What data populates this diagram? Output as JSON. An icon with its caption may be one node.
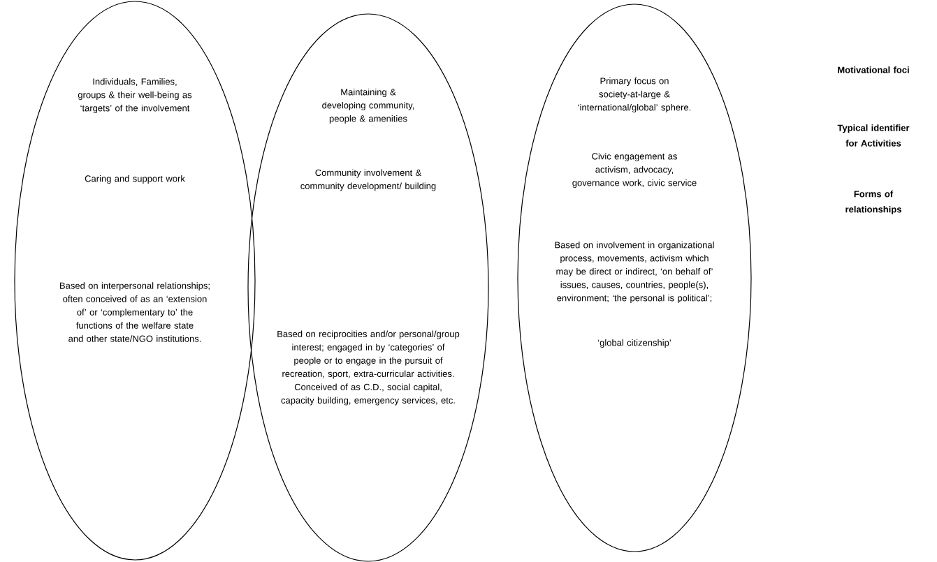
{
  "diagram": {
    "nodes": [
      {
        "text": [
          "Individuals, Families, groups & their well-being as ‘targets’ of the involvement",
          "Caring and support work",
          "Based on interpersonal relationships; often conceived of as an ‘extension of’ or ‘complementary to’ the functions of the welfare state and other state/NGO institutions."
        ]
      },
      {
        "text": [
          "Maintaining & developing community, people & amenities",
          "Community involvement & community development/ building",
          "Based on reciprocities and/or personal/group interest; engaged in by ‘categories’ of people or to engage in the pursuit of recreation, sport, extra-curricular activities. Conceived of as C.D., social capital, capacity building, emergency services, etc."
        ]
      },
      {
        "text": [
          "Primary focus on society-at-large & ‘international/global’ sphere.",
          "Civic engagement as activism, advocacy, governance work, civic service",
          "Based on involvement in organizational process, movements, activism which may be direct or indirect, ‘on behalf of’ issues, causes, countries, people(s), environment; ‘the personal is political’;",
          "‘global citizenship’"
        ]
      }
    ],
    "labels": [
      "Motivational foci",
      "Typical identifier for Activities",
      "Forms of relationships"
    ]
  }
}
